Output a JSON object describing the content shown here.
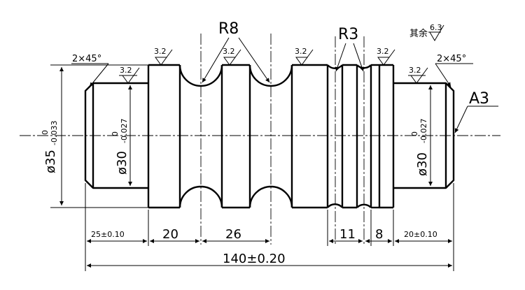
{
  "roughness": {
    "value": "3.2",
    "remaining_prefix": "其余",
    "remaining_value": "6.3"
  },
  "radii": {
    "large": "R8",
    "small": "R3"
  },
  "chamfers": {
    "left": "2×45°",
    "right": "2×45°"
  },
  "center_hole": "A3",
  "diameters": {
    "outer": {
      "nominal": "ø35",
      "upper": "0",
      "lower": "-0.033"
    },
    "left_journal": {
      "nominal": "ø30",
      "upper": "0",
      "lower": "-0.027"
    },
    "right_journal": {
      "nominal": "ø30",
      "upper": "0",
      "lower": "-0.027"
    }
  },
  "lengths": {
    "left_journal": "25±0.10",
    "first_collar": "20",
    "groove_pitch": "26",
    "groove_11": "11",
    "collar_8": "8",
    "right_journal": "20±0.10",
    "overall": "140±0.20"
  }
}
